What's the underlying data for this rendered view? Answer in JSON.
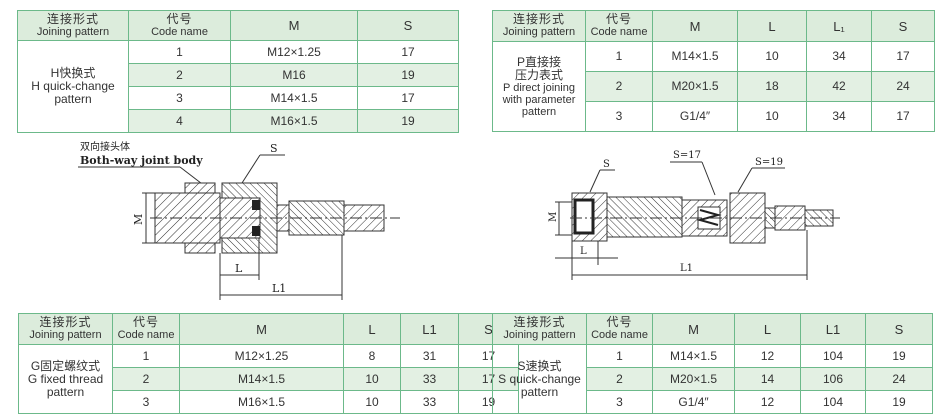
{
  "header_labels": {
    "joining_zh": "连接形式",
    "joining_en": "Joining pattern",
    "code_zh": "代号",
    "code_en": "Code name"
  },
  "tables": [
    {
      "id": "h-table",
      "columns": [
        "M",
        "S"
      ],
      "pattern": [
        "H快换式",
        "H quick-change",
        "pattern"
      ],
      "rows": [
        {
          "code": "1",
          "values": [
            "M12×1.25",
            "17"
          ]
        },
        {
          "code": "2",
          "values": [
            "M16",
            "19"
          ]
        },
        {
          "code": "3",
          "values": [
            "M14×1.5",
            "17"
          ]
        },
        {
          "code": "4",
          "values": [
            "M16×1.5",
            "19"
          ]
        }
      ]
    },
    {
      "id": "p-table",
      "columns": [
        "M",
        "L",
        "L₁",
        "S"
      ],
      "pattern": [
        "P直接接",
        "压力表式",
        "P direct joining",
        "with parameter",
        "pattern"
      ],
      "rows": [
        {
          "code": "1",
          "values": [
            "M14×1.5",
            "10",
            "34",
            "17"
          ]
        },
        {
          "code": "2",
          "values": [
            "M20×1.5",
            "18",
            "42",
            "24"
          ]
        },
        {
          "code": "3",
          "values": [
            "G1/4″",
            "10",
            "34",
            "17"
          ]
        }
      ]
    },
    {
      "id": "g-table",
      "columns": [
        "M",
        "L",
        "L1",
        "S"
      ],
      "pattern": [
        "G固定螺纹式",
        "G fixed thread",
        "pattern"
      ],
      "rows": [
        {
          "code": "1",
          "values": [
            "M12×1.25",
            "8",
            "31",
            "17"
          ]
        },
        {
          "code": "2",
          "values": [
            "M14×1.5",
            "10",
            "33",
            "17"
          ]
        },
        {
          "code": "3",
          "values": [
            "M16×1.5",
            "10",
            "33",
            "19"
          ]
        }
      ]
    },
    {
      "id": "s-table",
      "columns": [
        "M",
        "L",
        "L1",
        "S"
      ],
      "pattern": [
        "S速换式",
        "S quick-change",
        "pattern"
      ],
      "rows": [
        {
          "code": "1",
          "values": [
            "M14×1.5",
            "12",
            "104",
            "19"
          ]
        },
        {
          "code": "2",
          "values": [
            "M20×1.5",
            "14",
            "106",
            "24"
          ]
        },
        {
          "code": "3",
          "values": [
            "G1/4″",
            "12",
            "104",
            "19"
          ]
        }
      ]
    }
  ],
  "diagram_left": {
    "callout_zh": "双向接头体",
    "callout_en": "Both-way joint body",
    "s": "S",
    "m": "M",
    "l": "L",
    "l1": "L1"
  },
  "diagram_right": {
    "s": "S",
    "s17": "S=17",
    "s19": "S=19",
    "m": "M",
    "l": "L",
    "l1": "L1"
  }
}
